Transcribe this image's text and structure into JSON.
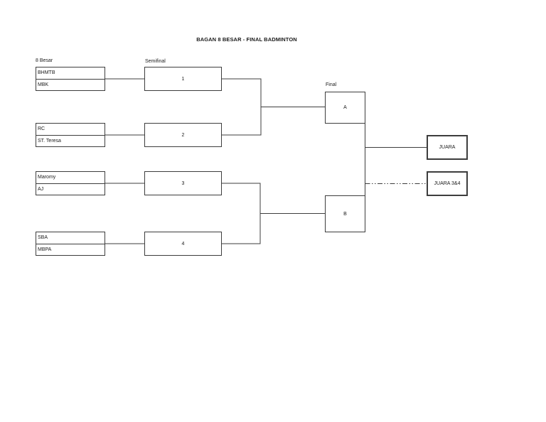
{
  "page": {
    "title": "BAGAN 8 BESAR - FINAL BADMINTON"
  },
  "rounds": {
    "round_of_8_label": "8 Besar",
    "semifinal_label": "Semifinal",
    "final_label": "Final"
  },
  "pairs": [
    {
      "top": "BHMTB",
      "bottom": "MBK"
    },
    {
      "top": "RC",
      "bottom": "ST. Teresa"
    },
    {
      "top": "Maromy",
      "bottom": "AJ"
    },
    {
      "top": "SBA",
      "bottom": "MBPA"
    }
  ],
  "semifinal_matches": [
    "1",
    "2",
    "3",
    "4"
  ],
  "final_matches": [
    "A",
    "B"
  ],
  "placings": {
    "champion_label": "JUARA",
    "third_place_label": "JUARA 3&4"
  },
  "colors": {
    "line": "#3d3d3d",
    "text": "#1a1a1a",
    "background": "#ffffff"
  }
}
